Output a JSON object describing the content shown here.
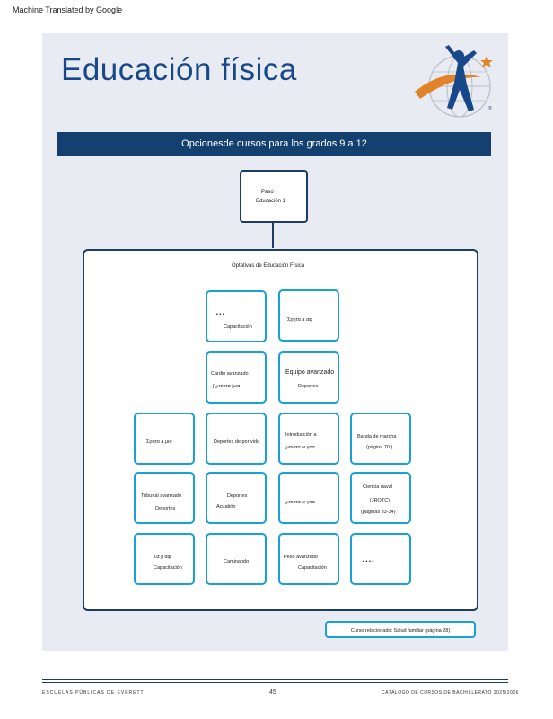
{
  "machine_translated": "Machine Translated by Google",
  "title": "Educación física",
  "banner": "Opcionesde cursos para los grados 9 a 12",
  "top_box": {
    "line1": "Paso",
    "line2": "Educación 1"
  },
  "main_title": "Optativas de Educación Física",
  "cells": {
    "r1c2": {
      "line1": "▪ ▪ ▪",
      "line2": "Capacitación"
    },
    "r1c3": {
      "line1": "Σρητα a αφ"
    },
    "r2c2": {
      "line1": "Cardio avanzado",
      "line2": "∫ ℘ιτιοτα ∫ωα"
    },
    "r2c3": {
      "line1": "Equipo avanzado",
      "line2": "Deportes"
    },
    "r3c1": {
      "line1": "Σρητα a μισ"
    },
    "r3c2": {
      "line1": "Deportes de por vida"
    },
    "r3c3": {
      "line1": "Introducción a",
      "line2": "℘ιτιοτα ιν γοα"
    },
    "r3c4": {
      "line1": "Banda de marcha",
      "line2": "(página 70 )"
    },
    "r4c1": {
      "line1": "Tribunal avanzado",
      "line2": "Deportes"
    },
    "r4c2": {
      "line1": "Deportes",
      "line2": "Acuatión"
    },
    "r4c3": {
      "line1": "℘ιτιοτα ιν γοα"
    },
    "r4c4": {
      "line1": "Ciencia naval",
      "line2": "(JROTC)",
      "line3": "(páginas 33-34)"
    },
    "r5c1": {
      "line1": "Σα ∫ι αφ",
      "line2": "Capacitación"
    },
    "r5c2": {
      "line1": "Caminando"
    },
    "r5c3": {
      "line1": "Peso avanzado",
      "line2": "Capacitación"
    },
    "r5c4": {
      "line1": "▪ ▪ ▪ ▪"
    }
  },
  "related": "Curso relacionado: Salud familiar (página 28)",
  "footer": {
    "left": "ESCUELAS PÚBLICAS DE EVERETT",
    "page": "45",
    "right": "CATÁLOGO DE CURSOS DE BACHILLERATO 2025/2026"
  },
  "colors": {
    "title": "#17498a",
    "banner": "#13406f",
    "box_border": "#18a0d9",
    "panel": "#e9ebf2"
  }
}
